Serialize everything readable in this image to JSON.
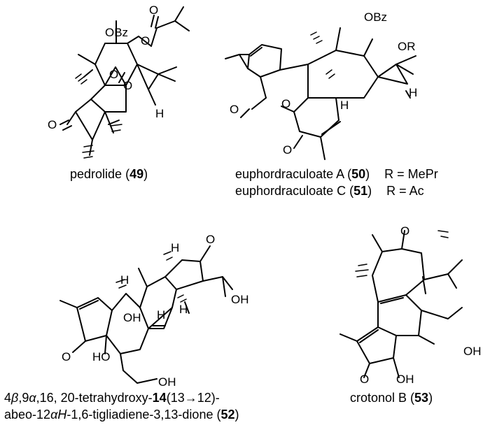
{
  "compounds": [
    {
      "id": "c49",
      "name": "pedrolide",
      "number": "49",
      "atoms": {
        "obz": "OBz",
        "o1": "O",
        "o2": "O",
        "o3": "O",
        "o4": "O",
        "o5": "O",
        "h": "H"
      }
    },
    {
      "id": "c50",
      "name": "euphordraculoate A",
      "number": "50",
      "r": "R = MePr",
      "atoms": {
        "obz": "OBz",
        "or": "OR",
        "o1": "O",
        "o2": "O",
        "o3": "O",
        "h1": "H",
        "h2": "H"
      }
    },
    {
      "id": "c51",
      "name": "euphordraculoate C",
      "number": "51",
      "r": "R = Ac"
    },
    {
      "id": "c52",
      "name_line1_a": "4",
      "beta": "β",
      "name_line1_b": ",9",
      "alpha": "α",
      "name_line1_c": ",16, 20-tetrahydroxy-",
      "bold14": "14",
      "name_line1_d": "(13→12)-",
      "name_line2_a": "abeo-12",
      "name_line2_alphaH": "αH",
      "name_line2_b": "-1,6-tigliadiene-3,13-dione (",
      "number": "52",
      "atoms": {
        "o1": "O",
        "oh1": "OH",
        "oh2": "OH",
        "oh3": "HO",
        "oh4": "OH",
        "o2": "O",
        "h1": "H",
        "h2": "H",
        "h3": "H",
        "h4": "H"
      }
    },
    {
      "id": "c53",
      "name": "crotonol B",
      "number": "53",
      "atoms": {
        "o1": "O",
        "o2": "O",
        "oh1": "OH",
        "oh2": "OH"
      }
    }
  ]
}
